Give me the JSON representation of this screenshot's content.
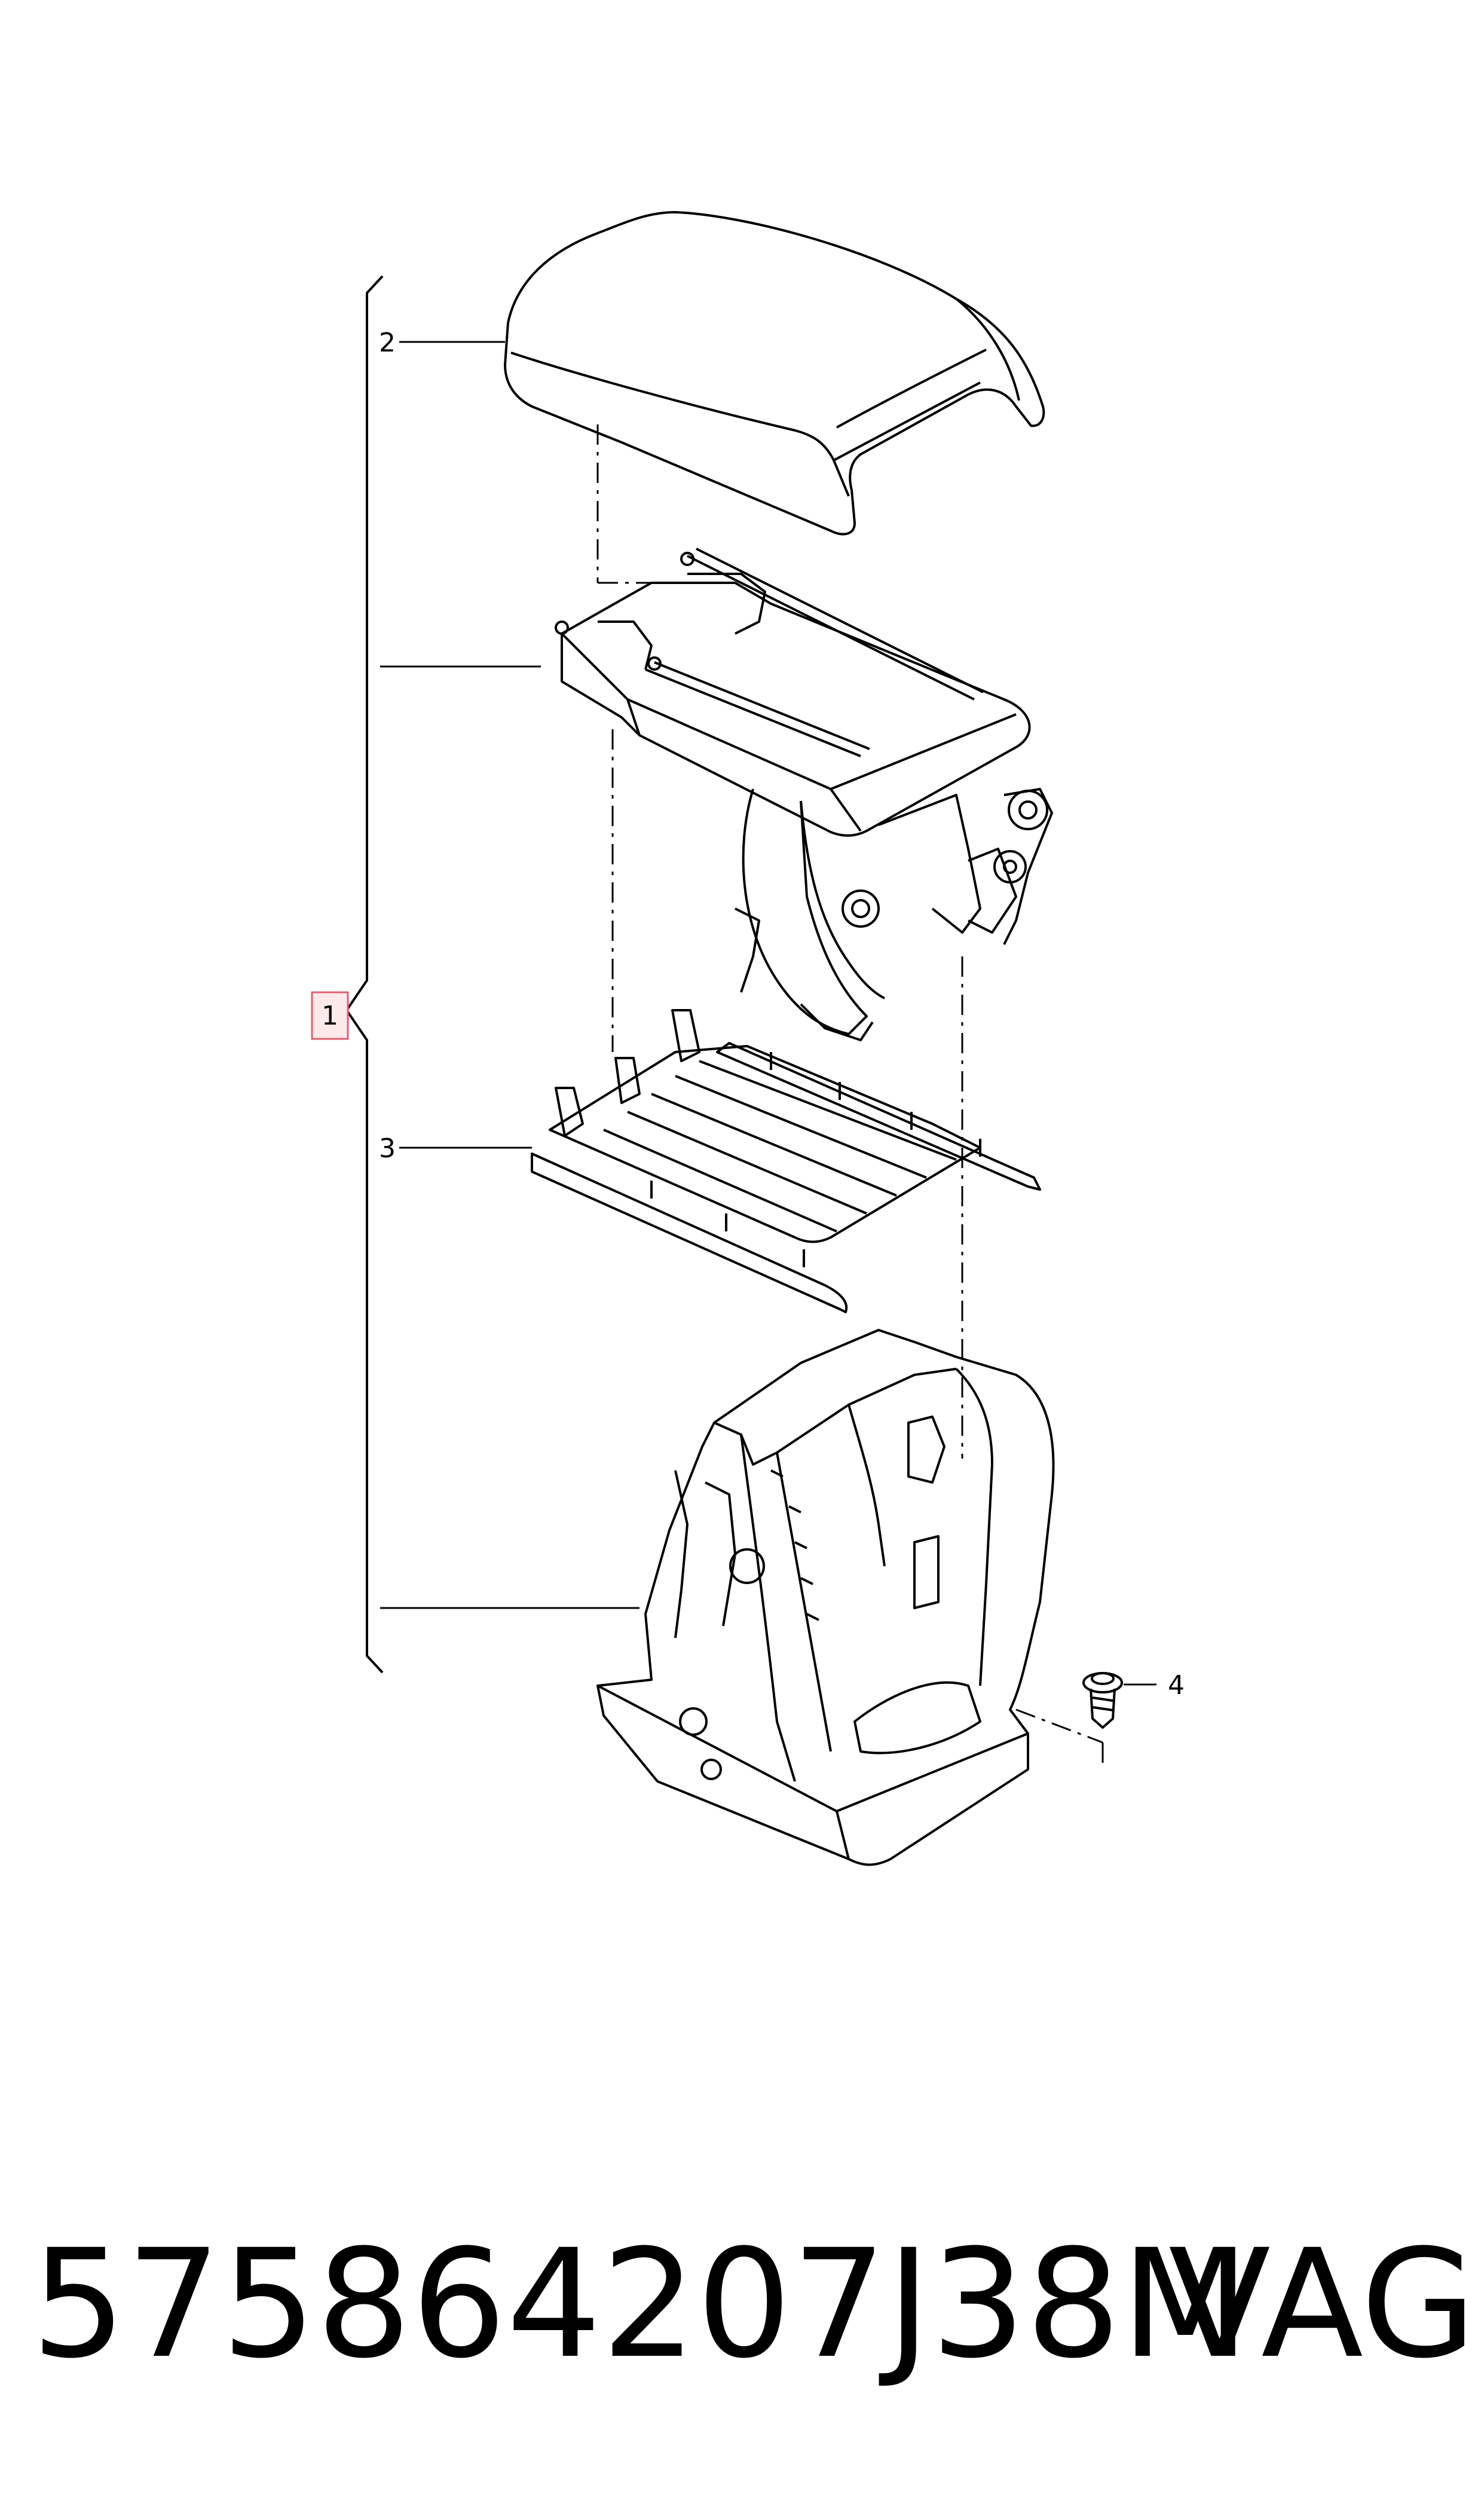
{
  "callouts": {
    "assembly": "1",
    "armrest_cover": "2",
    "tray": "3",
    "screw": "4"
  },
  "footer": {
    "part_number": "575864207J38M",
    "brand": "VAG"
  },
  "colors": {
    "ink": "#000000",
    "highlight_fill": "#fde8ea",
    "highlight_stroke": "#e06070"
  }
}
